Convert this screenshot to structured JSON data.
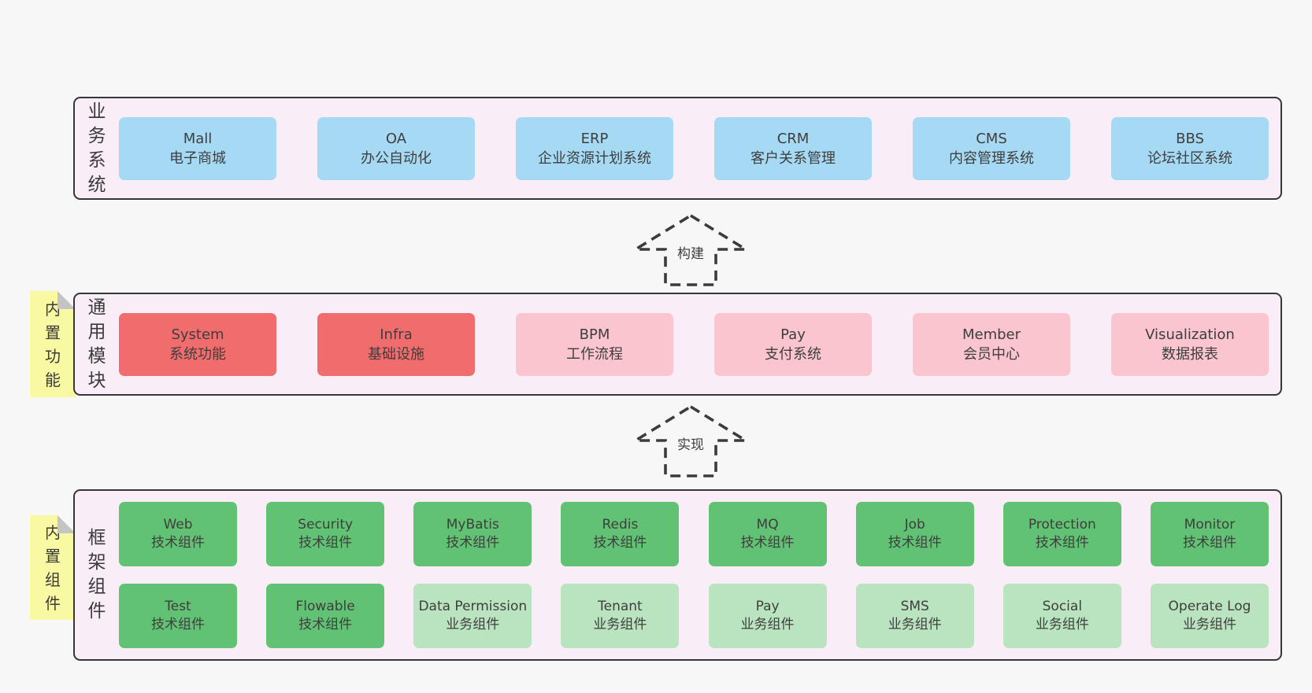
{
  "layers": {
    "business": {
      "label": "业务系统",
      "boxes": [
        {
          "name": "Mall",
          "subtitle": "电子商城",
          "variant": "blue"
        },
        {
          "name": "OA",
          "subtitle": "办公自动化",
          "variant": "blue"
        },
        {
          "name": "ERP",
          "subtitle": "企业资源计划系统",
          "variant": "blue"
        },
        {
          "name": "CRM",
          "subtitle": "客户关系管理",
          "variant": "blue"
        },
        {
          "name": "CMS",
          "subtitle": "内容管理系统",
          "variant": "blue"
        },
        {
          "name": "BBS",
          "subtitle": "论坛社区系统",
          "variant": "blue"
        }
      ]
    },
    "modules": {
      "label": "通用模块",
      "sticky_note": "内置功能",
      "boxes": [
        {
          "name": "System",
          "subtitle": "系统功能",
          "variant": "red"
        },
        {
          "name": "Infra",
          "subtitle": "基础设施",
          "variant": "red"
        },
        {
          "name": "BPM",
          "subtitle": "工作流程",
          "variant": "pink"
        },
        {
          "name": "Pay",
          "subtitle": "支付系统",
          "variant": "pink"
        },
        {
          "name": "Member",
          "subtitle": "会员中心",
          "variant": "pink"
        },
        {
          "name": "Visualization",
          "subtitle": "数据报表",
          "variant": "pink"
        }
      ]
    },
    "framework": {
      "label": "框架组件",
      "sticky_note": "内置组件",
      "row1": [
        {
          "name": "Web",
          "subtitle": "技术组件",
          "variant": "green"
        },
        {
          "name": "Security",
          "subtitle": "技术组件",
          "variant": "green"
        },
        {
          "name": "MyBatis",
          "subtitle": "技术组件",
          "variant": "green"
        },
        {
          "name": "Redis",
          "subtitle": "技术组件",
          "variant": "green"
        },
        {
          "name": "MQ",
          "subtitle": "技术组件",
          "variant": "green"
        },
        {
          "name": "Job",
          "subtitle": "技术组件",
          "variant": "green"
        },
        {
          "name": "Protection",
          "subtitle": "技术组件",
          "variant": "green"
        },
        {
          "name": "Monitor",
          "subtitle": "技术组件",
          "variant": "green"
        }
      ],
      "row2": [
        {
          "name": "Test",
          "subtitle": "技术组件",
          "variant": "green"
        },
        {
          "name": "Flowable",
          "subtitle": "技术组件",
          "variant": "green"
        },
        {
          "name": "Data Permission",
          "subtitle": "业务组件",
          "variant": "light-green"
        },
        {
          "name": "Tenant",
          "subtitle": "业务组件",
          "variant": "light-green"
        },
        {
          "name": "Pay",
          "subtitle": "业务组件",
          "variant": "light-green"
        },
        {
          "name": "SMS",
          "subtitle": "业务组件",
          "variant": "light-green"
        },
        {
          "name": "Social",
          "subtitle": "业务组件",
          "variant": "light-green"
        },
        {
          "name": "Operate Log",
          "subtitle": "业务组件",
          "variant": "light-green"
        }
      ]
    }
  },
  "arrows": {
    "build": "构建",
    "implement": "实现"
  },
  "colors": {
    "page_background": "#f7f7f7",
    "layer_background": "#f9eef8",
    "layer_border": "#363636",
    "business_box": "#a6d9f4",
    "core_module_box": "#f16c6c",
    "optional_module_box": "#fac5ce",
    "tech_component_box": "#62c274",
    "biz_component_box": "#b9e4bf",
    "sticky_note": "#f9f9a4",
    "sticky_fold": "#c4c4c4",
    "text": "#3c3c3c"
  }
}
